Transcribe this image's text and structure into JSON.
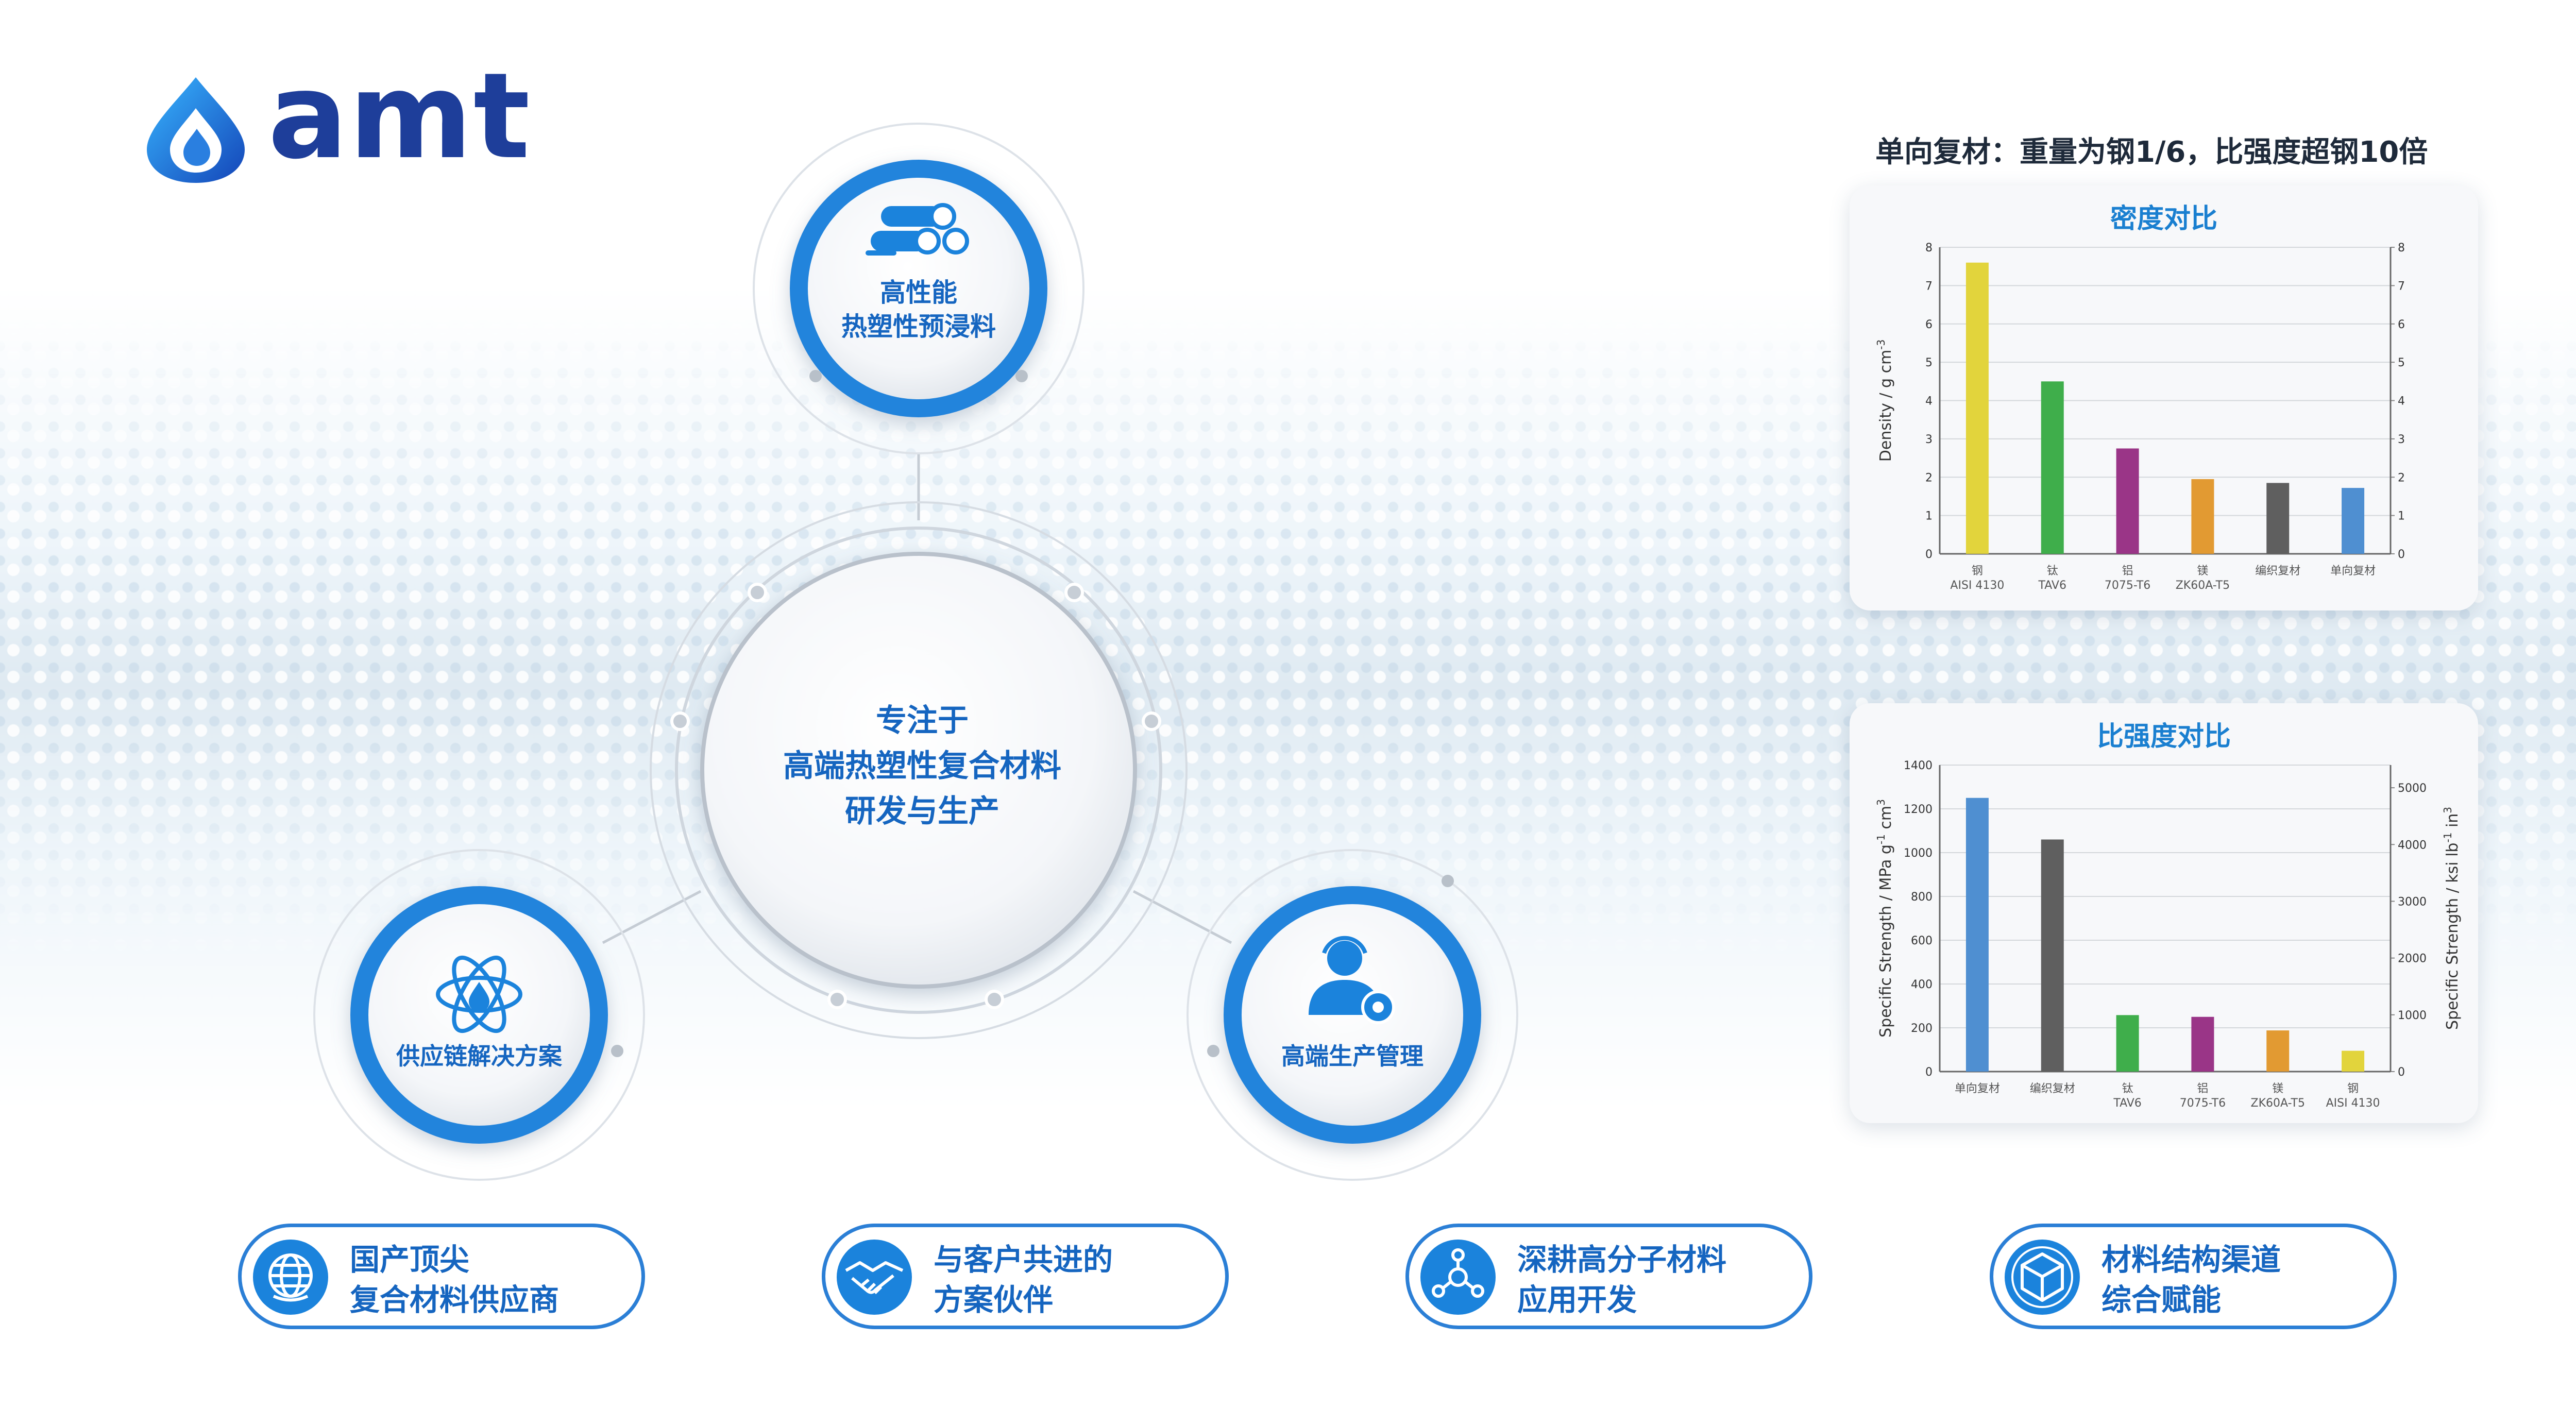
{
  "logo": {
    "text": "amt"
  },
  "headline": "单向复材：重量为钢1/6，比强度超钢10倍",
  "center": {
    "lines": [
      "专注于",
      "高端热塑性复合材料",
      "研发与生产"
    ]
  },
  "nodes": {
    "top": {
      "lines": [
        "高性能",
        "热塑性预浸料"
      ],
      "icon": "material-rolls-icon"
    },
    "left": {
      "lines": [
        "供应链解决方案"
      ],
      "icon": "atom-drop-icon"
    },
    "right": {
      "lines": [
        "高端生产管理"
      ],
      "icon": "operator-gear-icon"
    }
  },
  "pills": [
    {
      "lines": [
        "国产顶尖",
        "复合材料供应商"
      ],
      "icon": "globe-icon"
    },
    {
      "lines": [
        "与客户共进的",
        "方案伙伴"
      ],
      "icon": "handshake-icon"
    },
    {
      "lines": [
        "深耕高分子材料",
        "应用开发"
      ],
      "icon": "molecule-icon"
    },
    {
      "lines": [
        "材料结构渠道",
        "综合赋能"
      ],
      "icon": "cube-network-icon"
    }
  ],
  "colors": {
    "primary": "#1b83dc",
    "dark_blue": "#1e3e9a",
    "text_blue": "#1565c0"
  },
  "chart_data": [
    {
      "type": "bar",
      "title": "密度对比",
      "ylabel": "Density / g cm",
      "ylabel_sup": "-3",
      "ylim": [
        0,
        8
      ],
      "yticks": [
        0,
        1,
        2,
        3,
        4,
        5,
        6,
        7,
        8
      ],
      "y2ticks": [
        0,
        1,
        2,
        3,
        4,
        5,
        6,
        7,
        8
      ],
      "categories": [
        [
          "钢",
          "AISI 4130"
        ],
        [
          "钛",
          "TAV6"
        ],
        [
          "铝",
          "7075-T6"
        ],
        [
          "镁",
          "ZK60A-T5"
        ],
        [
          "编织复材"
        ],
        [
          "单向复材"
        ]
      ],
      "values": [
        7.6,
        4.5,
        2.75,
        1.95,
        1.85,
        1.72
      ],
      "colors": [
        "#e2d43c",
        "#3fae4b",
        "#9a3587",
        "#e29a32",
        "#5f5f5f",
        "#4f8fd1"
      ],
      "grid": true
    },
    {
      "type": "bar",
      "title": "比强度对比",
      "ylabel": "Specific Strength / MPa g",
      "ylabel_sup": "-1",
      "ylabel_tail": " cm",
      "ylabel_sup2": "3",
      "y2label": "Specific Strength / ksi lb",
      "y2label_sup": "-1",
      "y2label_tail": " in",
      "y2label_sup2": "3",
      "ylim": [
        0,
        1400
      ],
      "yticks": [
        0,
        200,
        400,
        600,
        800,
        1000,
        1200,
        1400
      ],
      "y2lim": [
        0,
        5400
      ],
      "y2ticks": [
        0,
        1000,
        2000,
        3000,
        4000,
        5000
      ],
      "categories": [
        [
          "单向复材"
        ],
        [
          "编织复材"
        ],
        [
          "钛",
          "TAV6"
        ],
        [
          "铝",
          "7075-T6"
        ],
        [
          "镁",
          "ZK60A-T5"
        ],
        [
          "钢",
          "AISI 4130"
        ]
      ],
      "values": [
        1250,
        1060,
        258,
        250,
        188,
        95
      ],
      "colors": [
        "#4f8fd1",
        "#5f5f5f",
        "#3fae4b",
        "#9a3587",
        "#e29a32",
        "#e2d43c"
      ],
      "grid": true
    }
  ]
}
